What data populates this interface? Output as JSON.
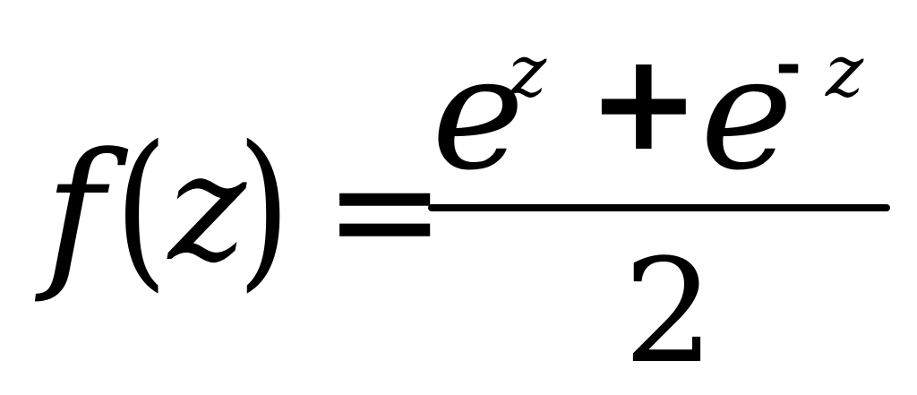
{
  "formula": {
    "lhs": {
      "function": "f",
      "open_paren": "(",
      "argument": "z",
      "close_paren": ")"
    },
    "equals": "=",
    "numerator": {
      "term1_base": "e",
      "term1_exponent": "z",
      "operator": "+",
      "term2_base": "e",
      "term2_exponent_sign": "-",
      "term2_exponent": "z"
    },
    "denominator": "2"
  }
}
